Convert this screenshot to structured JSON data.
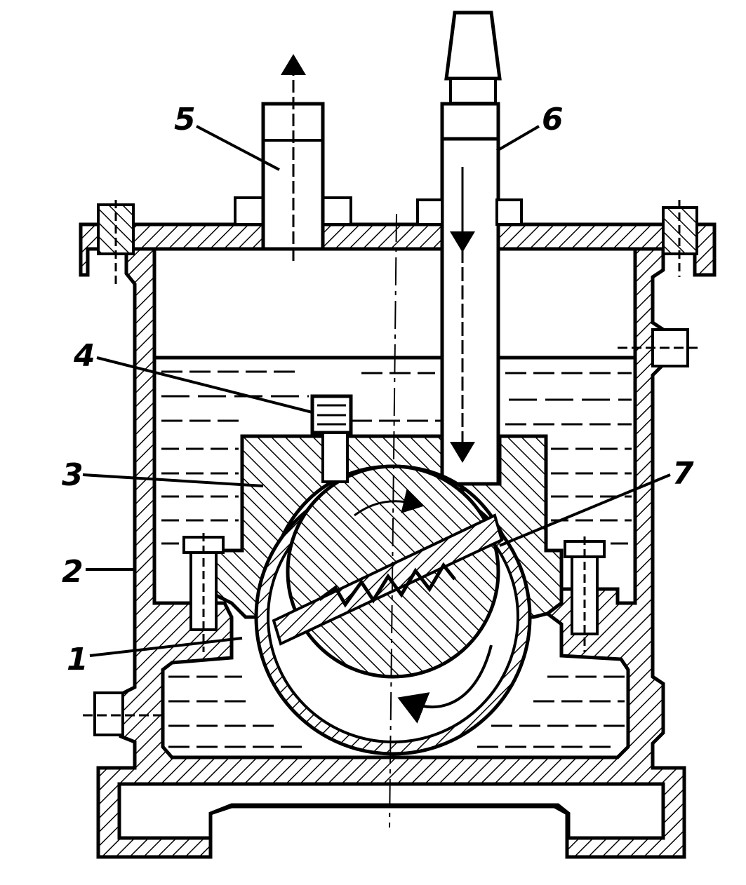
{
  "figure": {
    "callouts": [
      {
        "id": "1",
        "text": "1"
      },
      {
        "id": "2",
        "text": "2"
      },
      {
        "id": "3",
        "text": "3"
      },
      {
        "id": "4",
        "text": "4"
      },
      {
        "id": "5",
        "text": "5"
      },
      {
        "id": "6",
        "text": "6"
      },
      {
        "id": "7",
        "text": "7"
      }
    ]
  }
}
